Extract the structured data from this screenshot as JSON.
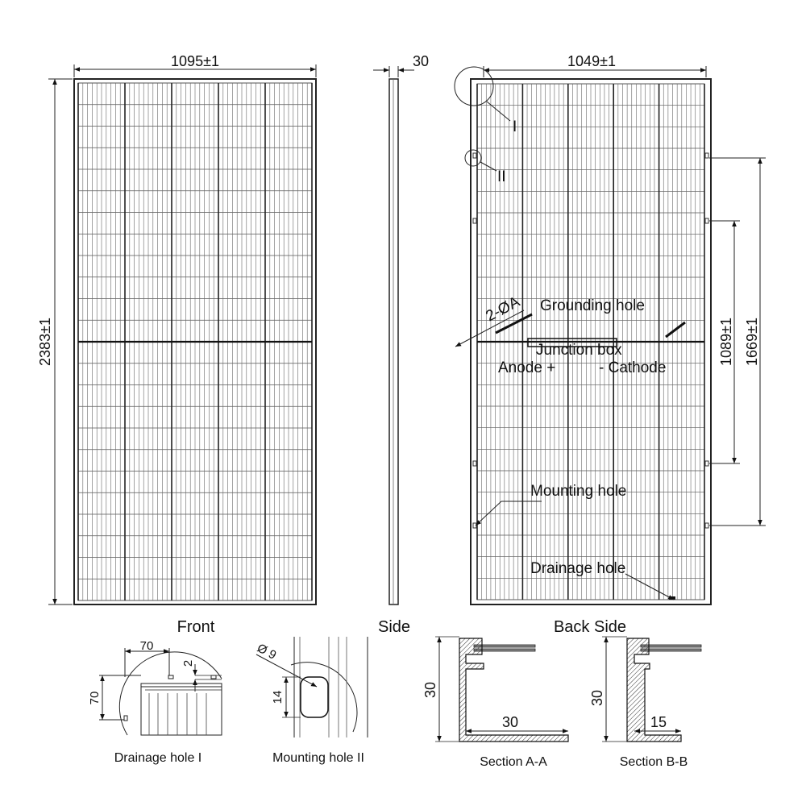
{
  "views": {
    "front": "Front",
    "side": "Side",
    "back": "Back Side"
  },
  "dimensions": {
    "width_front": "1095±1",
    "thickness": "30",
    "width_back": "1049±1",
    "height": "2383±1",
    "mount_spacing_inner": "1089±1",
    "mount_spacing_outer": "1669±1"
  },
  "callouts": {
    "detail_1": "I",
    "detail_2": "II",
    "grounding_count": "2-ØA",
    "grounding_hole": "Grounding hole",
    "junction_box": "Junction box",
    "anode": "Anode +",
    "cathode": "- Cathode",
    "mounting_hole": "Mounting hole",
    "drainage_hole": "Drainage hole"
  },
  "details": {
    "drainage": {
      "caption": "Drainage hole I",
      "dim_w": "70",
      "dim_h": "70",
      "dim_gap": "2"
    },
    "mounting": {
      "caption": "Mounting hole II",
      "dim_dia": "Ø 9",
      "dim_len": "14"
    },
    "section_a": {
      "caption": "Section A-A",
      "dim_h": "30",
      "dim_w": "30"
    },
    "section_b": {
      "caption": "Section B-B",
      "dim_h": "30",
      "dim_w": "15"
    }
  }
}
